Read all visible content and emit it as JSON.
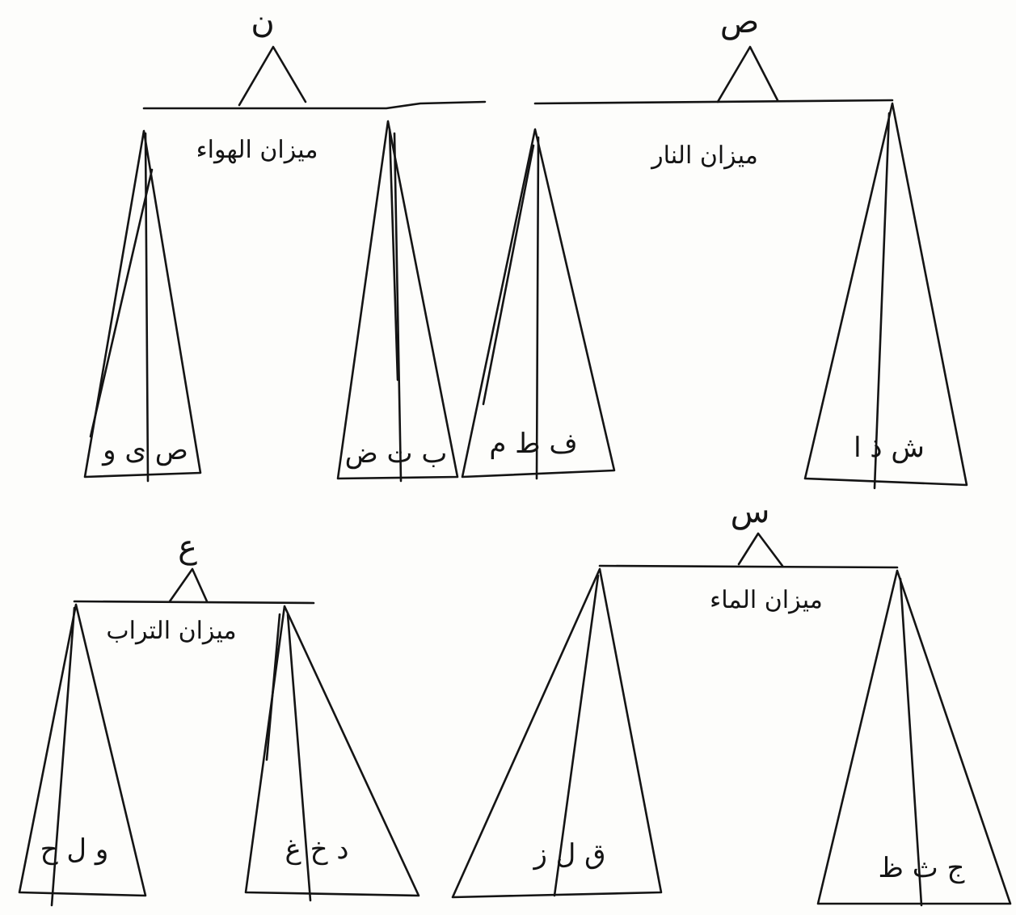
{
  "balances": [
    {
      "id": "air",
      "title": "ميزان الهواء",
      "top_letter": "ن",
      "left_pan_letters": "ص ى و",
      "right_pan_letters": "ب ت ض"
    },
    {
      "id": "fire",
      "title": "ميزان النار",
      "top_letter": "ص",
      "left_pan_letters": "ف ط م",
      "right_pan_letters": "ش ذ ا"
    },
    {
      "id": "earth",
      "title": "ميزان التراب",
      "top_letter": "ع",
      "left_pan_letters": "و ل ح",
      "right_pan_letters": "د خ غ"
    },
    {
      "id": "water",
      "title": "ميزان الماء",
      "top_letter": "س",
      "left_pan_letters": "ق ل ز",
      "right_pan_letters": "ج ث ظ"
    }
  ]
}
